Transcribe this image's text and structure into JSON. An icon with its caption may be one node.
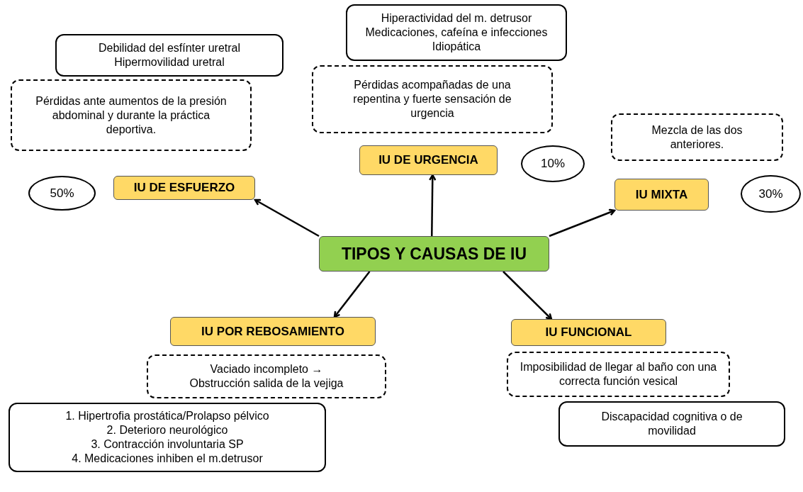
{
  "diagram": {
    "nodes": [
      {
        "text": [
          "Hiperactividad del m. detrusor",
          "Medicaciones, cafeína e infecciones",
          "Idiopática"
        ]
      },
      {
        "text": [
          "Debilidad del esfínter uretral",
          "Hipermovilidad uretral"
        ]
      },
      {
        "text": [
          "Pérdidas ante aumentos de la presión abdominal y durante la práctica deportiva."
        ]
      },
      {
        "text": [
          "Pérdidas acompañadas de una repentina y fuerte sensación de urgencia"
        ]
      },
      {
        "text": [
          "Mezcla de las dos anteriores."
        ]
      },
      {
        "text": [
          "IU DE URGENCIA"
        ]
      },
      {
        "text": [
          "10%"
        ]
      },
      {
        "text": [
          "50%"
        ]
      },
      {
        "text": [
          "IU DE ESFUERZO"
        ]
      },
      {
        "text": [
          "IU MIXTA"
        ]
      },
      {
        "text": [
          "30%"
        ]
      },
      {
        "text": [
          "TIPOS Y CAUSAS DE IU"
        ]
      },
      {
        "text": [
          "IU POR REBOSAMIENTO"
        ]
      },
      {
        "text": [
          "IU FUNCIONAL"
        ]
      },
      {
        "text": [
          "Vaciado incompleto → Obstrucción salida de la vejiga"
        ]
      },
      {
        "text": [
          "Imposibilidad de llegar al baño con una correcta función vesical"
        ]
      },
      {
        "text": [
          "1. Hipertrofia prostática/Prolapso pélvico",
          "2. Deterioro neurológico",
          "3. Contracción involuntaria SP",
          "4. Medicaciones inhiben el m.detrusor"
        ]
      },
      {
        "text": [
          "Discapacidad cognitiva o de movilidad"
        ]
      }
    ],
    "edges": [
      {
        "from": 11,
        "to": 8,
        "arrow": "to"
      },
      {
        "from": 11,
        "to": 5,
        "arrow": "to"
      },
      {
        "from": 11,
        "to": 9,
        "arrow": "to"
      },
      {
        "from": 11,
        "to": 12,
        "arrow": "to"
      },
      {
        "from": 11,
        "to": 13,
        "arrow": "to"
      }
    ]
  }
}
